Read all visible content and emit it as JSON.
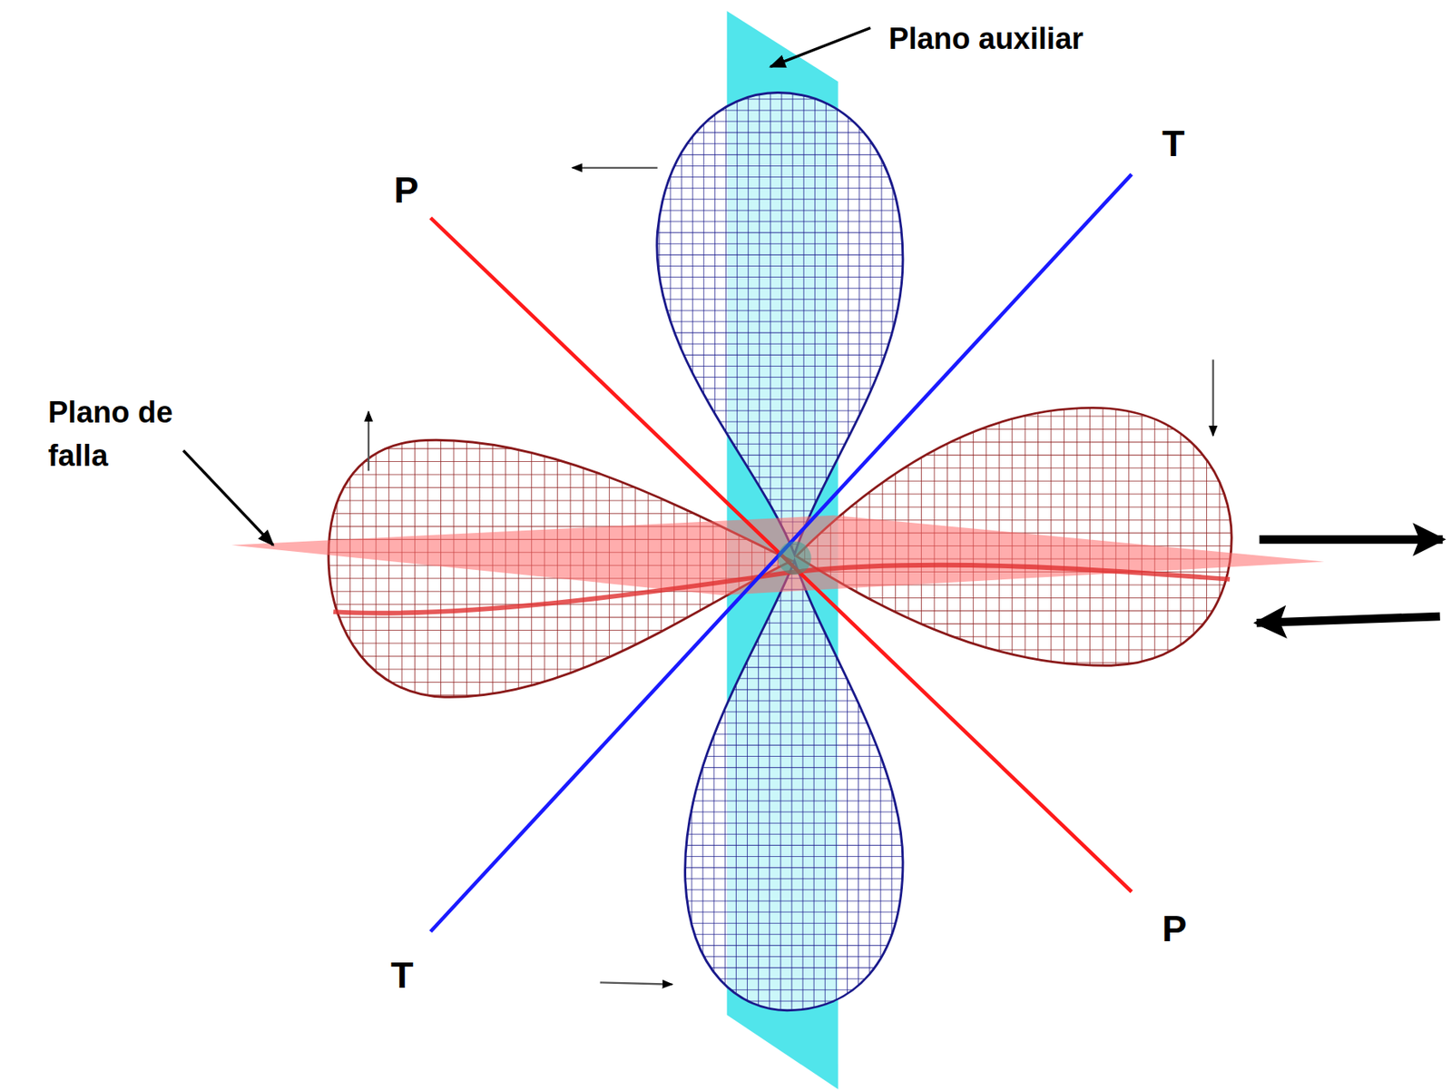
{
  "diagram": {
    "labels": [
      "Plano auxiliar",
      "P",
      "T",
      "Plano de falla",
      "T",
      "P"
    ]
  }
}
